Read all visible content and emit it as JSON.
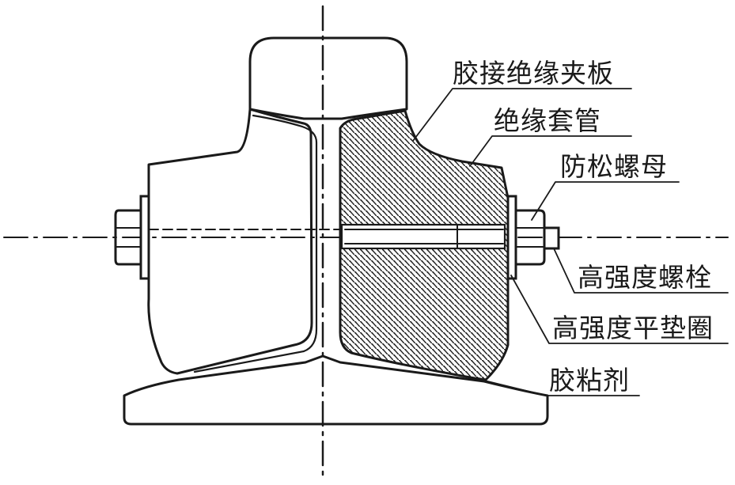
{
  "labels": {
    "glued_insulated_splice_bar": "胶接绝缘夹板",
    "insulating_sleeve": "绝缘套管",
    "locking_nut": "防松螺母",
    "high_strength_bolt": "高强度螺栓",
    "high_strength_flat_washer": "高强度平垫圈",
    "adhesive": "胶粘剂"
  },
  "colors": {
    "line": "#1a1a1a",
    "hatch": "#1a1a1a",
    "background": "#ffffff"
  }
}
